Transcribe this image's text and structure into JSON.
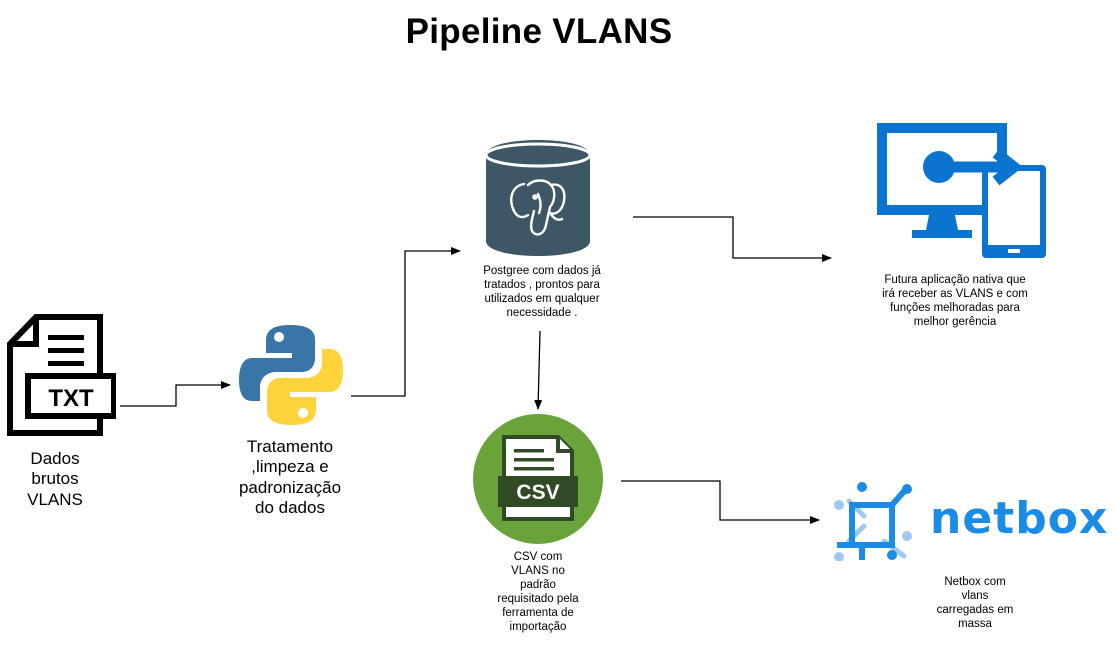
{
  "title": "Pipeline VLANS",
  "nodes": {
    "txt": {
      "icon": "txt-file-icon",
      "icon_text": "TXT",
      "label": [
        "Dados",
        "brutos",
        "VLANS"
      ]
    },
    "python": {
      "icon": "python-logo-icon",
      "label": [
        "Tratamento",
        ",limpeza e",
        "padronização",
        "do dados"
      ]
    },
    "postgres": {
      "icon": "postgresql-database-icon",
      "label": [
        "Postgree com dados já",
        "tratados , prontos para",
        "utilizados em qualquer",
        "necessidade ."
      ]
    },
    "csv": {
      "icon": "csv-file-icon",
      "icon_text": "CSV",
      "label": [
        "CSV com",
        "VLANS no",
        "padrão",
        "requisitado pela",
        "ferramenta de",
        "importação"
      ]
    },
    "app": {
      "icon": "remote-desktop-icon",
      "label": [
        "Futura aplicação nativa que",
        "irá receber as VLANS e com",
        "funções melhoradas para",
        "melhor gerência"
      ]
    },
    "netbox": {
      "icon": "netbox-logo-icon",
      "logo_text": "netbox",
      "label": [
        "Netbox com",
        "vlans",
        "carregadas em",
        "massa"
      ]
    }
  },
  "colors": {
    "postgres_body": "#3e5766",
    "csv_green": "#6aa33a",
    "csv_dark": "#2f4a25",
    "app_blue": "#0b74d1",
    "netbox_blue": "#1a8ce6",
    "netbox_light": "#9ccaf3",
    "python_blue": "#3a75a8",
    "python_yellow": "#ffd43b"
  }
}
